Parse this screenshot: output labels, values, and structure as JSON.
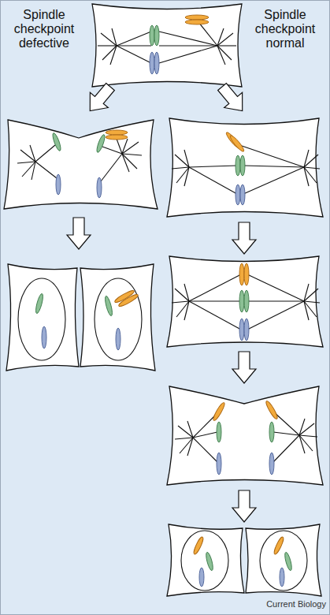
{
  "diagram": {
    "labels": [
      "Spindle checkpoint defective",
      "Spindle checkpoint normal",
      "Current Biology"
    ]
  }
}
